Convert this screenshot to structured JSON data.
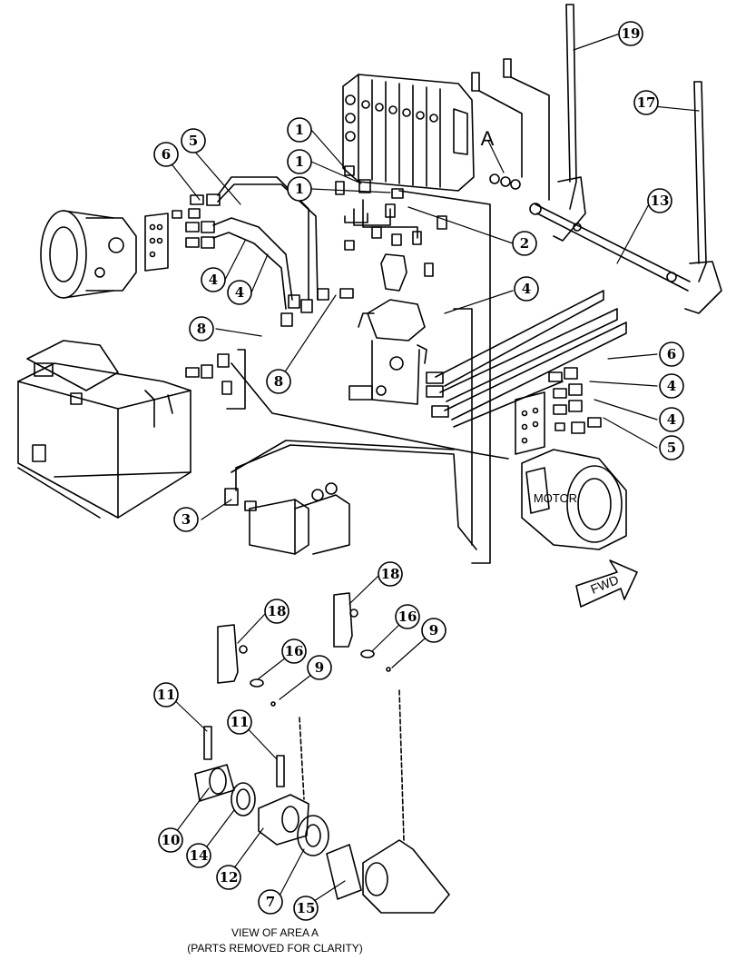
{
  "diagram": {
    "callouts": [
      "1",
      "1",
      "1",
      "2",
      "3",
      "4",
      "4",
      "4",
      "4",
      "4",
      "5",
      "5",
      "6",
      "6",
      "7",
      "8",
      "8",
      "9",
      "9",
      "10",
      "11",
      "11",
      "12",
      "13",
      "14",
      "15",
      "16",
      "16",
      "17",
      "18",
      "18",
      "19"
    ],
    "labels": {
      "area": "A",
      "motor": "MOTOR",
      "fwd": "FWD",
      "view_title": "VIEW OF AREA A",
      "view_note": "(PARTS REMOVED FOR CLARITY)"
    }
  }
}
